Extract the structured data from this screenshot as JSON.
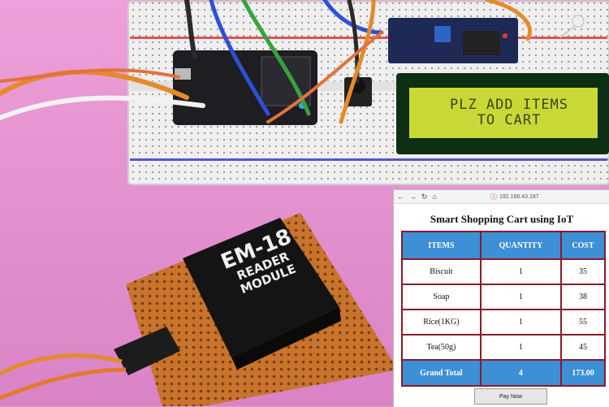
{
  "lcd": {
    "line1": "PLZ ADD ITEMS",
    "line2": "TO CART"
  },
  "module": {
    "title": "EM-18",
    "line1": "READER",
    "line2": "MODULE"
  },
  "browser": {
    "url": "192.168.43.187",
    "title": "Smart Shopping Cart using IoT",
    "columns": [
      "ITEMS",
      "QUANTITY",
      "COST"
    ],
    "rows": [
      [
        "Biscuit",
        "1",
        "35"
      ],
      [
        "Soap",
        "1",
        "38"
      ],
      [
        "Rice(1KG)",
        "1",
        "55"
      ],
      [
        "Tea(50g)",
        "1",
        "45"
      ]
    ],
    "total": [
      "Grand Total",
      "4",
      "173.00"
    ],
    "pay_label": "Pay Now"
  }
}
